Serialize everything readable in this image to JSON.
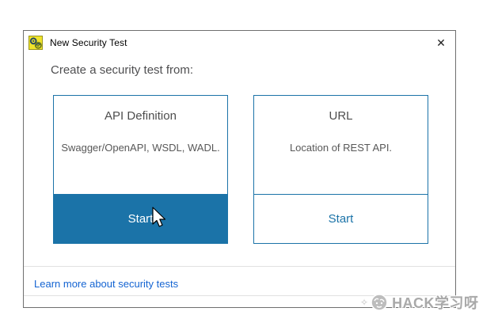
{
  "window": {
    "title": "New Security Test",
    "close_glyph": "✕"
  },
  "heading": "Create a security test from:",
  "cards": [
    {
      "title": "API Definition",
      "subtitle": "Swagger/OpenAPI, WSDL, WADL.",
      "action": "Start",
      "state": "hovered"
    },
    {
      "title": "URL",
      "subtitle": "Location of REST API.",
      "action": "Start",
      "state": "normal"
    }
  ],
  "footer": {
    "link": "Learn more about security tests"
  },
  "watermark": {
    "text": "HACK学习呀"
  },
  "colors": {
    "accent_blue": "#1b73a8",
    "link_blue": "#1464d2",
    "window_border": "#6f6f6f",
    "icon_yellow": "#efe42c"
  }
}
